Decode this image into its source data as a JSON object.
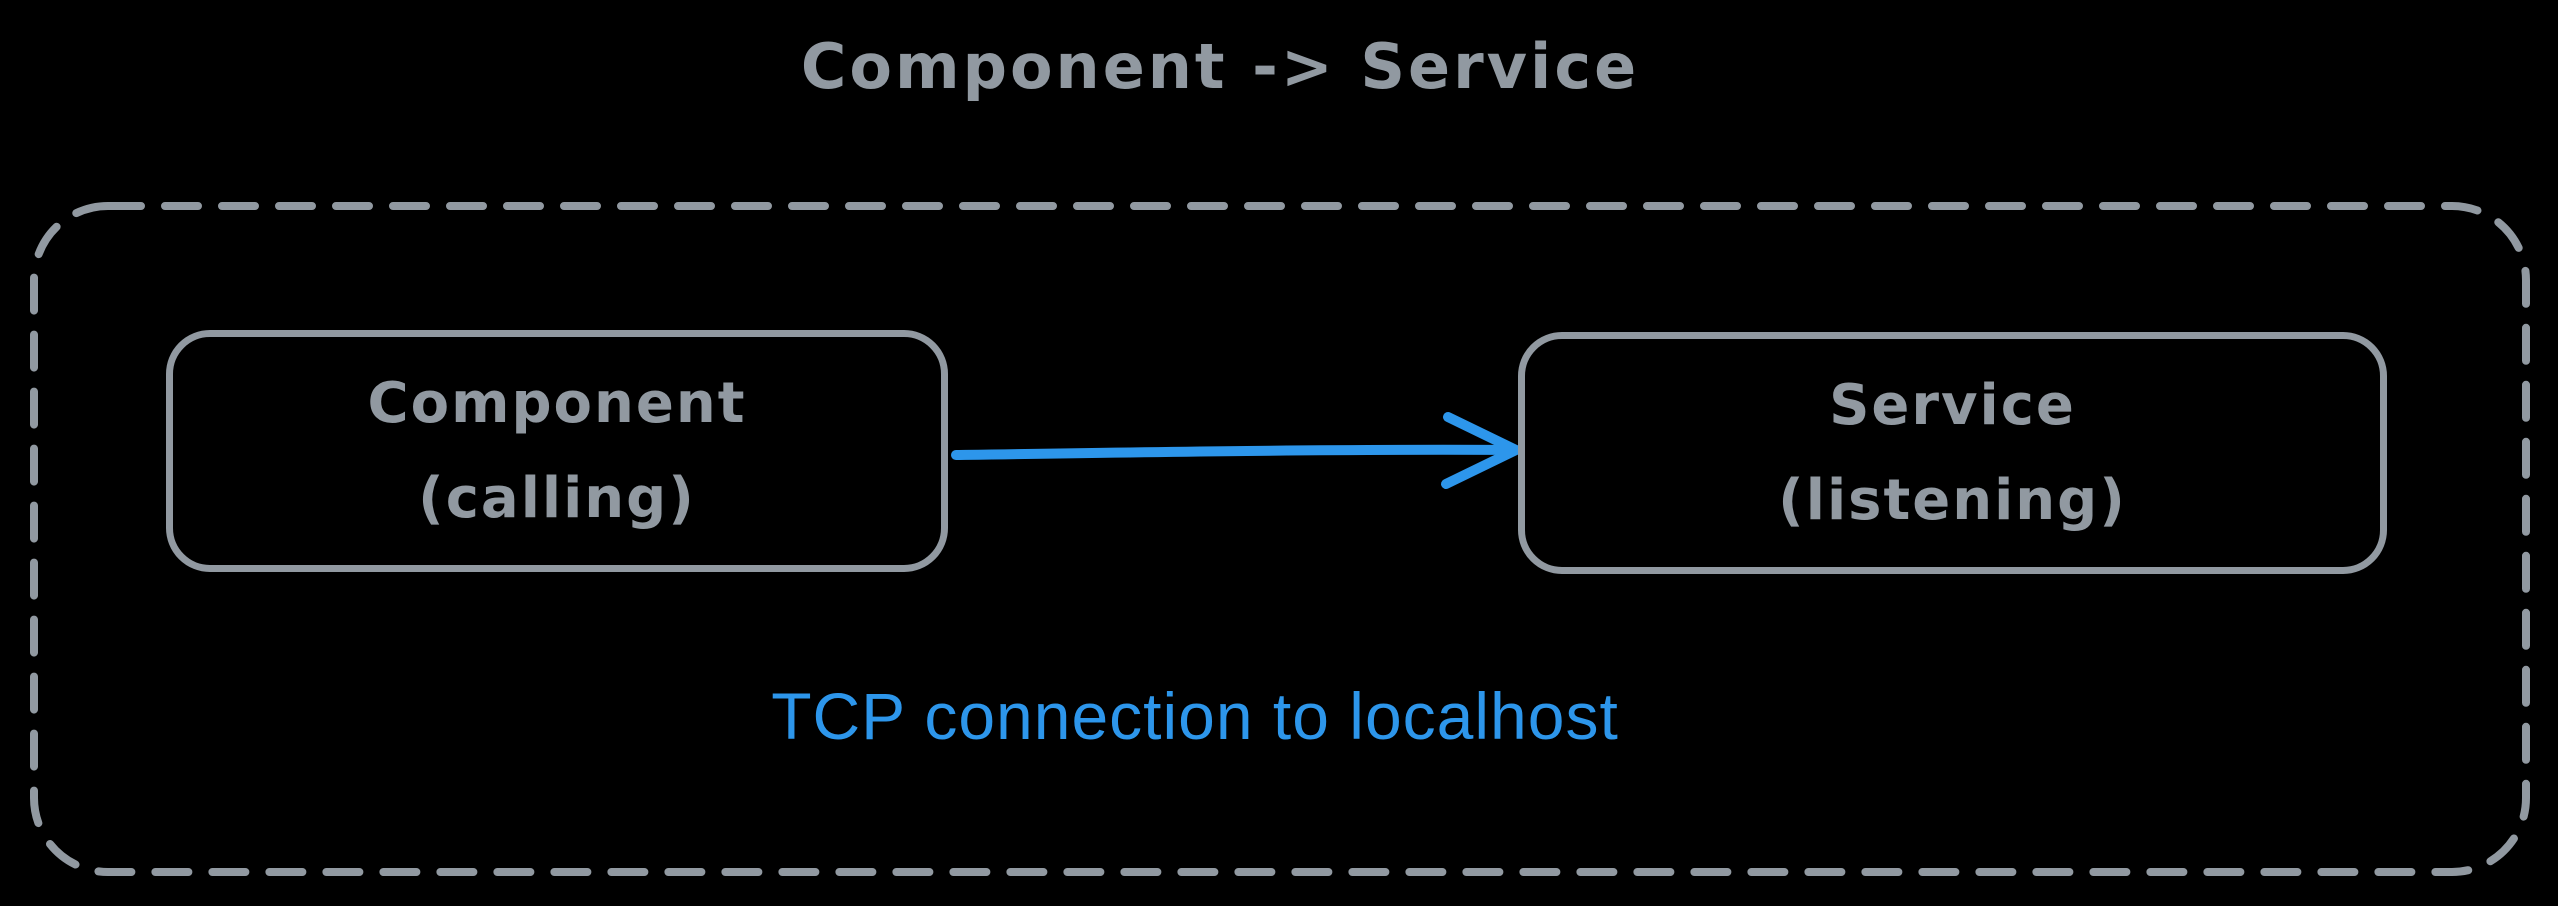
{
  "title": "Component -> Service",
  "nodes": {
    "component": {
      "name": "Component",
      "role": "(calling)"
    },
    "service": {
      "name": "Service",
      "role": "(listening)"
    }
  },
  "connection": {
    "label": "TCP connection to localhost",
    "from": "component",
    "to": "service",
    "direction": "right"
  },
  "colors": {
    "background": "#000000",
    "gray": "#9199a1",
    "blue": "#2d96eb"
  }
}
